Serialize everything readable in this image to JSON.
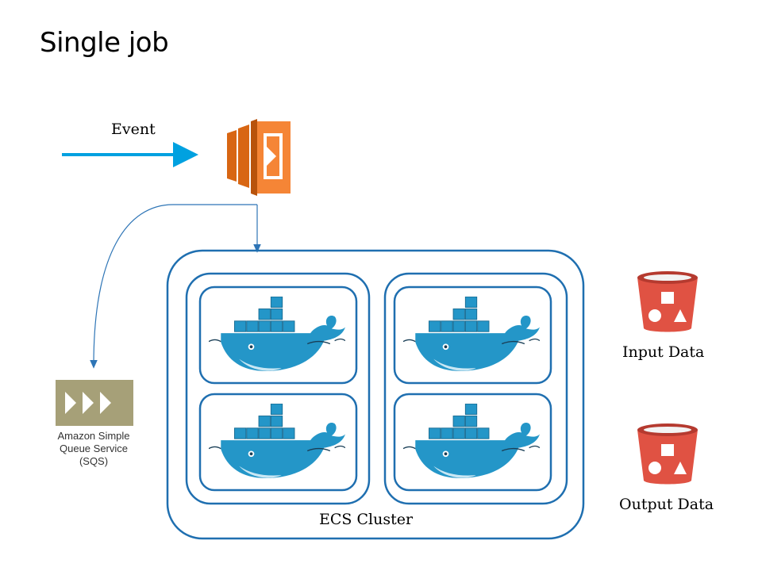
{
  "slide": {
    "title": "Single job"
  },
  "event": {
    "label": "Event",
    "arrow_color": "#00a1e0"
  },
  "lambda": {
    "icon": "aws-lambda-icon",
    "color_dark": "#d86613",
    "color_light": "#f58536"
  },
  "sqs": {
    "icon": "aws-sqs-icon",
    "label": "Amazon Simple\nQueue Service\n(SQS)",
    "color": "#a6a078"
  },
  "cluster": {
    "label": "ECS Cluster",
    "border_color": "#1f6fb0",
    "container_icon": "docker-whale-icon",
    "container_color": "#2496c8"
  },
  "storage": {
    "icon": "s3-bucket-icon",
    "color": "#e05243",
    "input_label": "Input Data",
    "output_label": "Output Data"
  }
}
